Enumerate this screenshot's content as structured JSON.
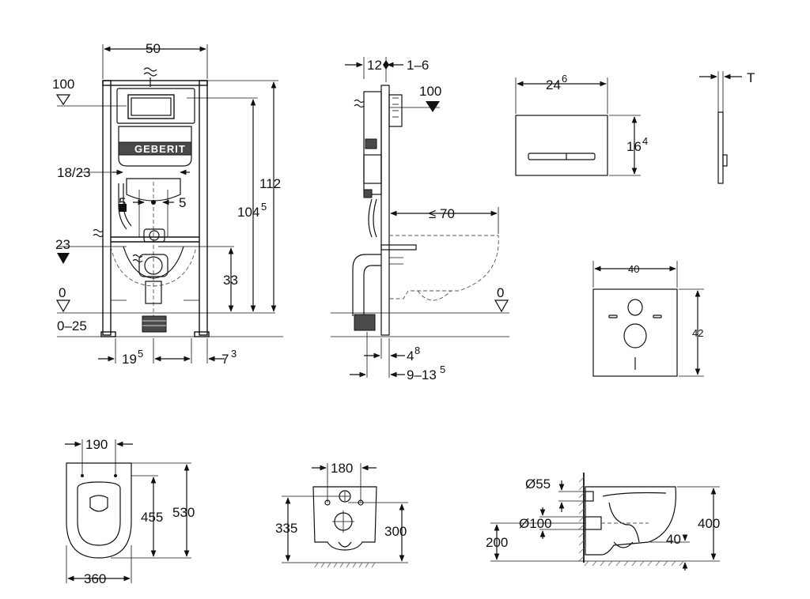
{
  "brand": "GEBERIT",
  "colors": {
    "line": "#111111",
    "background": "#ffffff",
    "fill_gray": "#cfcfcf"
  },
  "front_view": {
    "width": "50",
    "level_top": "100",
    "connection": "18/23",
    "offset_left": "5",
    "offset_right": "5",
    "height_total": "112",
    "height_inner": "104",
    "height_inner_sup": "5",
    "level_drain": "23",
    "drain_height": "33",
    "level_floor": "0",
    "floor_range": "0–25",
    "foot_left": "19",
    "foot_left_sup": "5",
    "foot_right": "7",
    "foot_right_sup": "3"
  },
  "side_view": {
    "top_gap": "12",
    "top_range": "1–6",
    "level_top": "100",
    "bowl_projection": "≤ 70",
    "level_floor": "0",
    "depth": "4",
    "depth_sup": "8",
    "depth_range": "9–13",
    "depth_range_sup": "5"
  },
  "flush_plate": {
    "width": "24",
    "width_sup": "6",
    "height": "16",
    "height_sup": "4",
    "thickness": "T"
  },
  "sound_pad": {
    "width": "40",
    "height": "42"
  },
  "bowl_top": {
    "hole_spacing": "190",
    "inner_length": "455",
    "length": "530",
    "width": "360"
  },
  "bowl_rear": {
    "spacing": "180",
    "left_height": "335",
    "right_height": "300"
  },
  "bowl_side": {
    "inlet_dia": "Ø55",
    "outlet_dia": "Ø100",
    "outlet_height": "200",
    "height": "400",
    "foot": "40"
  }
}
